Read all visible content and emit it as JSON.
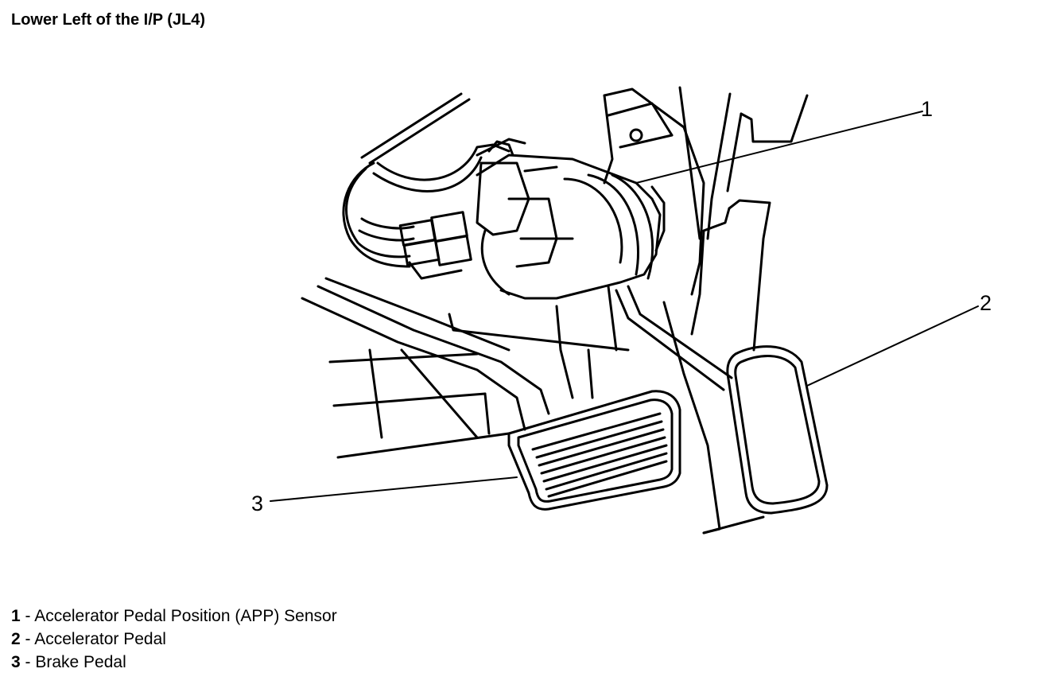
{
  "title": "Lower Left of the I/P (JL4)",
  "callouts": [
    {
      "number": "1",
      "label": "Accelerator Pedal Position (APP) Sensor"
    },
    {
      "number": "2",
      "label": "Accelerator Pedal"
    },
    {
      "number": "3",
      "label": "Brake Pedal"
    }
  ],
  "legend_separator": " - "
}
